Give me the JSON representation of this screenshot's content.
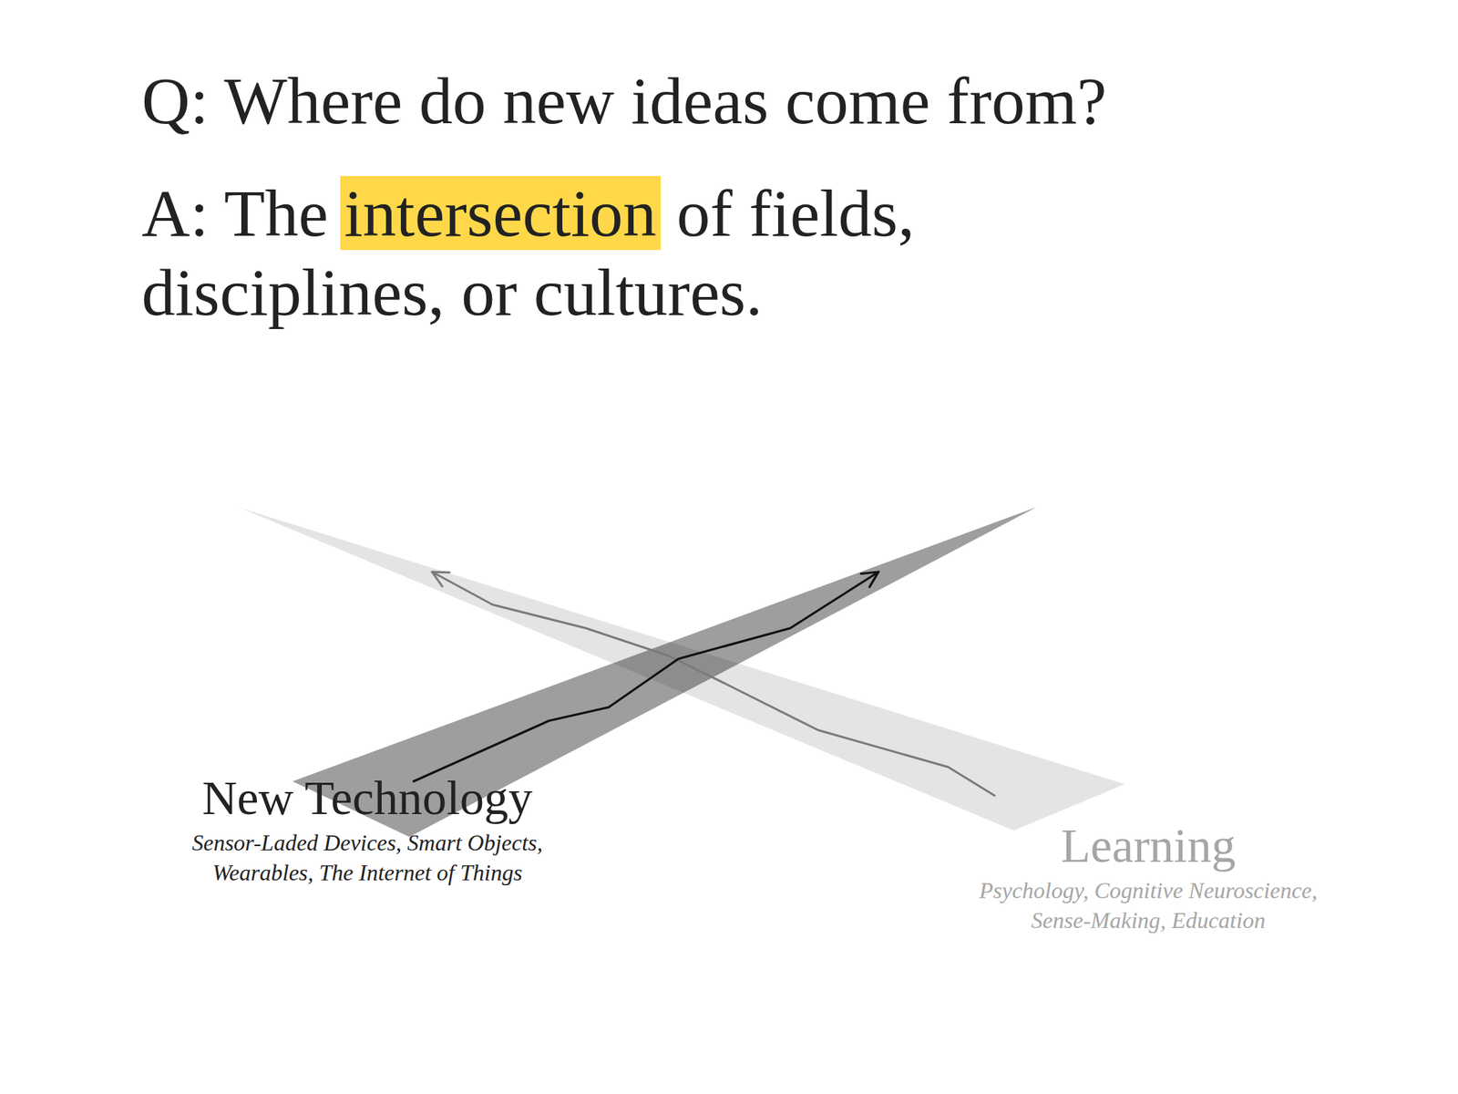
{
  "diagram": {
    "title": "Q: Where do new ideas come from?",
    "labels": [
      "A: The",
      "intersection",
      "of fields, disciplines, or cultures.",
      "New Technology",
      "Sensor-Laded Devices, Smart Objects, Wearables, The Internet of Things",
      "Learning",
      "Psychology, Cognitive Neuroscience, Sense-Making, Education"
    ]
  }
}
